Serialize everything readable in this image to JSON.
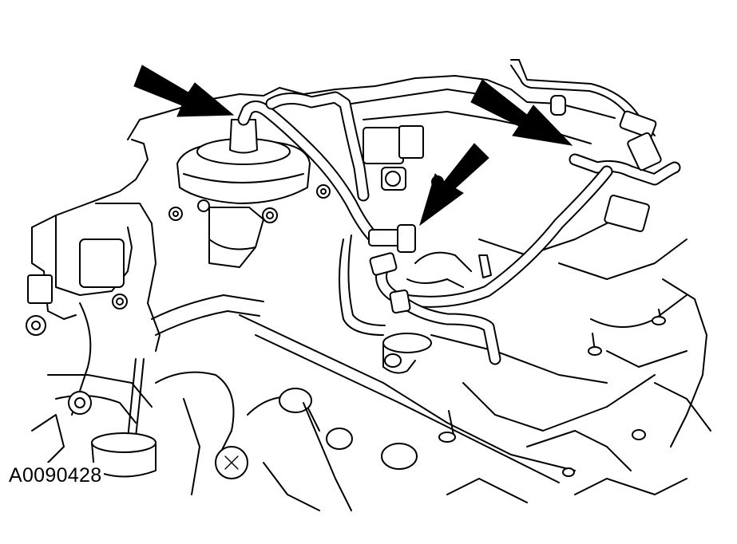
{
  "figure": {
    "id_label": "A0090428",
    "line_color": "#000000",
    "background_color": "#ffffff"
  },
  "callouts": [
    {
      "name": "arrow-egr-valve-hose",
      "points_to": "egr-valve-vacuum-hose"
    },
    {
      "name": "arrow-vacuum-tee",
      "points_to": "vacuum-tee-connector"
    },
    {
      "name": "arrow-solenoid-hose",
      "points_to": "evr-solenoid-hose"
    }
  ]
}
